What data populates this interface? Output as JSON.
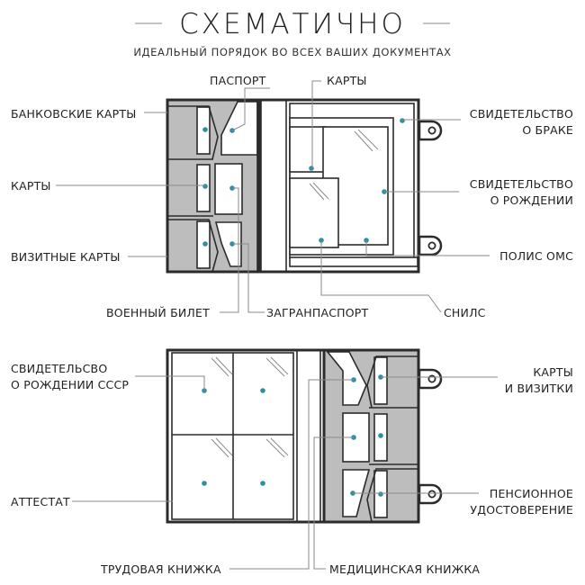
{
  "header": {
    "title": "СХЕМАТИЧНО",
    "subtitle": "ИДЕАЛЬНЫЙ ПОРЯДОК ВО ВСЕХ ВАШИХ ДОКУМЕНТАХ"
  },
  "top_labels": {
    "passport": "ПАСПОРТ",
    "cards_top": "КАРТЫ",
    "bank_cards": "БАНКОВСКИЕ КАРТЫ",
    "cards_left": "КАРТЫ",
    "business_cards": "ВИЗИТНЫЕ КАРТЫ",
    "marriage_l1": "СВИДЕТЕЛЬСТВО",
    "marriage_l2": "О БРАКЕ",
    "birth_l1": "СВИДЕТЕЛЬСТВО",
    "birth_l2": "О РОЖДЕНИИ",
    "oms": "ПОЛИС ОМС",
    "military": "ВОЕННЫЙ БИЛЕТ",
    "foreign_passport": "ЗАГРАНПАСПОРТ",
    "snils": "СНИЛС"
  },
  "bottom_labels": {
    "ussr_l1": "СВИДЕТЕЛЬСВО",
    "ussr_l2": "О РОЖДЕНИИ СССР",
    "cards_l1": "КАРТЫ",
    "cards_l2": "И ВИЗИТКИ",
    "attestat": "АТТЕСТАТ",
    "pension_l1": "ПЕНСИОННОЕ",
    "pension_l2": "УДОСТОВЕРЕНИЕ",
    "labor_book": "ТРУДОВАЯ КНИЖКА",
    "medical_book": "МЕДИЦИНСКАЯ КНИЖКА"
  },
  "colors": {
    "pocket_gray": "#bdbdbd",
    "outline": "#2b2b2b",
    "marker": "#2e8fa3",
    "leader_line": "#8a8a8a"
  }
}
